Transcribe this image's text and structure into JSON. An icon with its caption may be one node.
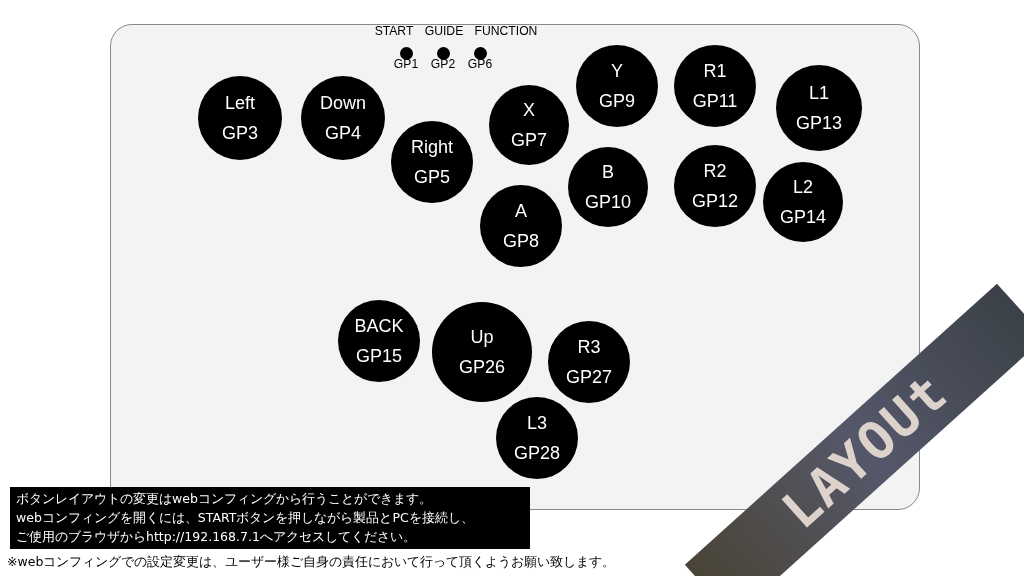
{
  "diagram": {
    "nodes": [
      {
        "text": [],
        "shape": "box"
      },
      {
        "text": [
          "START",
          "GP1"
        ],
        "in": 0
      },
      {
        "text": [
          "GUIDE",
          "GP2"
        ],
        "in": 0
      },
      {
        "text": [
          "FUNCTION",
          "GP6"
        ],
        "in": 0
      },
      {
        "text": [
          "Left",
          "GP3"
        ],
        "in": 0
      },
      {
        "text": [
          "Down",
          "GP4"
        ],
        "in": 0
      },
      {
        "text": [
          "Right",
          "GP5"
        ],
        "in": 0
      },
      {
        "text": [
          "X",
          "GP7"
        ],
        "in": 0
      },
      {
        "text": [
          "Y",
          "GP9"
        ],
        "in": 0
      },
      {
        "text": [
          "A",
          "GP8"
        ],
        "in": 0
      },
      {
        "text": [
          "B",
          "GP10"
        ],
        "in": 0
      },
      {
        "text": [
          "R1",
          "GP11"
        ],
        "in": 0
      },
      {
        "text": [
          "R2",
          "GP12"
        ],
        "in": 0
      },
      {
        "text": [
          "L1",
          "GP13"
        ],
        "in": 0
      },
      {
        "text": [
          "L2",
          "GP14"
        ],
        "in": 0
      },
      {
        "text": [
          "BACK",
          "GP15"
        ],
        "in": 0
      },
      {
        "text": [
          "Up",
          "GP26"
        ],
        "in": 0
      },
      {
        "text": [
          "R3",
          "GP27"
        ],
        "in": 0
      },
      {
        "text": [
          "L3",
          "GP28"
        ],
        "in": 0
      },
      {
        "text": [
          "ボタンレイアウトの変更はwebコンフィングから行うことができます。",
          "webコンフィングを開くには、STARTボタンを押しながら製品とPCを接続し、",
          "ご使用のブラウザからhttp://192.168.7.1へアクセスしてください。"
        ]
      }
    ],
    "edges": [],
    "labels": [
      "※webコンフィングでの設定変更は、ユーザー様ご自身の責任において行って頂くようお願い致します。",
      "LAYOUt"
    ]
  }
}
